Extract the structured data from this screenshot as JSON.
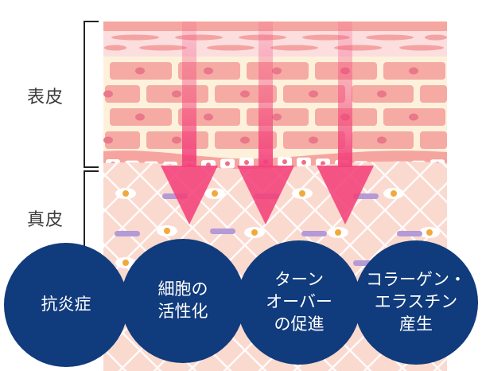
{
  "layers": {
    "epidermis": "表皮",
    "dermis": "真皮"
  },
  "effects": [
    {
      "text": "抗炎症"
    },
    {
      "text": "細胞の\n活性化"
    },
    {
      "text": "ターン\nオーバー\nの促進"
    },
    {
      "text": "コラーゲン・\nエラスチン\n産生"
    }
  ],
  "colors": {
    "circle": "#103b7c",
    "arrow": "#f2417a",
    "epidermis_cell": "#f7aba6",
    "dermis_bg": "#fadad0",
    "fiber_purple": "#b49ad6",
    "nucleus_orange": "#f2a93b"
  }
}
